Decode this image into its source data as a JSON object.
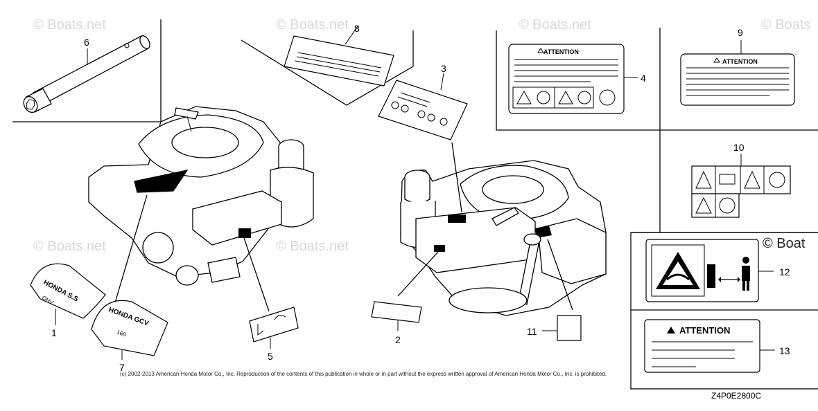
{
  "watermark": "© Boats.net",
  "watermark_partial": "© Boat",
  "watermark_clip": "© Boats",
  "callouts": [
    "1",
    "2",
    "3",
    "4",
    "5",
    "6",
    "7",
    "8",
    "9",
    "10",
    "11",
    "12",
    "13"
  ],
  "labels": {
    "attention": "ATTENTION",
    "honda_ss": "HONDA S.S",
    "honda_gcv": "HONDA GCV",
    "ohv": "OHV",
    "gcv_sub": "160"
  },
  "copyright": "(c) 2002-2013 American Honda Motor Co., Inc. Reproduction of the contents of this publication in whole or in part without the express written approval of American Honda Motor Co., Inc. is prohibited.",
  "diagram_code": "Z4P0E2800C"
}
